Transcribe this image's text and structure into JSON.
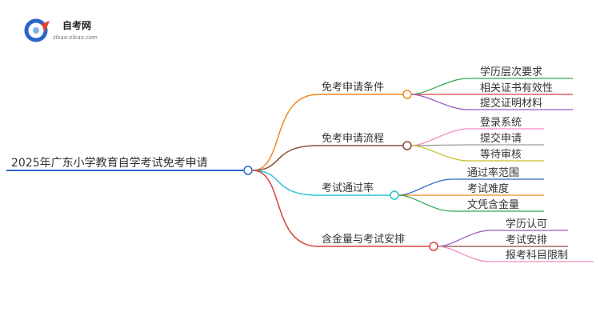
{
  "logo": {
    "name": "自考网",
    "url_text": "zikao-zikao.com"
  },
  "mindmap": {
    "root": "2025年广东小学教育自学考试免考申请",
    "branches": [
      {
        "label": "免考申请条件",
        "color": "#f28a1c",
        "children": [
          {
            "label": "学历层次要求",
            "color": "#33a853"
          },
          {
            "label": "相关证书有效性",
            "color": "#d9413a"
          },
          {
            "label": "提交证明材料",
            "color": "#9a57c2"
          }
        ]
      },
      {
        "label": "免考申请流程",
        "color": "#8a4a3a",
        "children": [
          {
            "label": "登录系统",
            "color": "#f08cc2"
          },
          {
            "label": "提交申请",
            "color": "#9a9a9a"
          },
          {
            "label": "等待审核",
            "color": "#c9c22a"
          }
        ]
      },
      {
        "label": "考试通过率",
        "color": "#33c2d6",
        "children": [
          {
            "label": "通过率范围",
            "color": "#2a66c9"
          },
          {
            "label": "考试难度",
            "color": "#f28a1c"
          },
          {
            "label": "文凭含金量",
            "color": "#33a853"
          }
        ]
      },
      {
        "label": "含金量与考试安排",
        "color": "#d9413a",
        "children": [
          {
            "label": "学历认可",
            "color": "#9a57c2"
          },
          {
            "label": "考试安排",
            "color": "#8a4a3a"
          },
          {
            "label": "报考科目限制",
            "color": "#f08cc2"
          }
        ]
      }
    ]
  }
}
